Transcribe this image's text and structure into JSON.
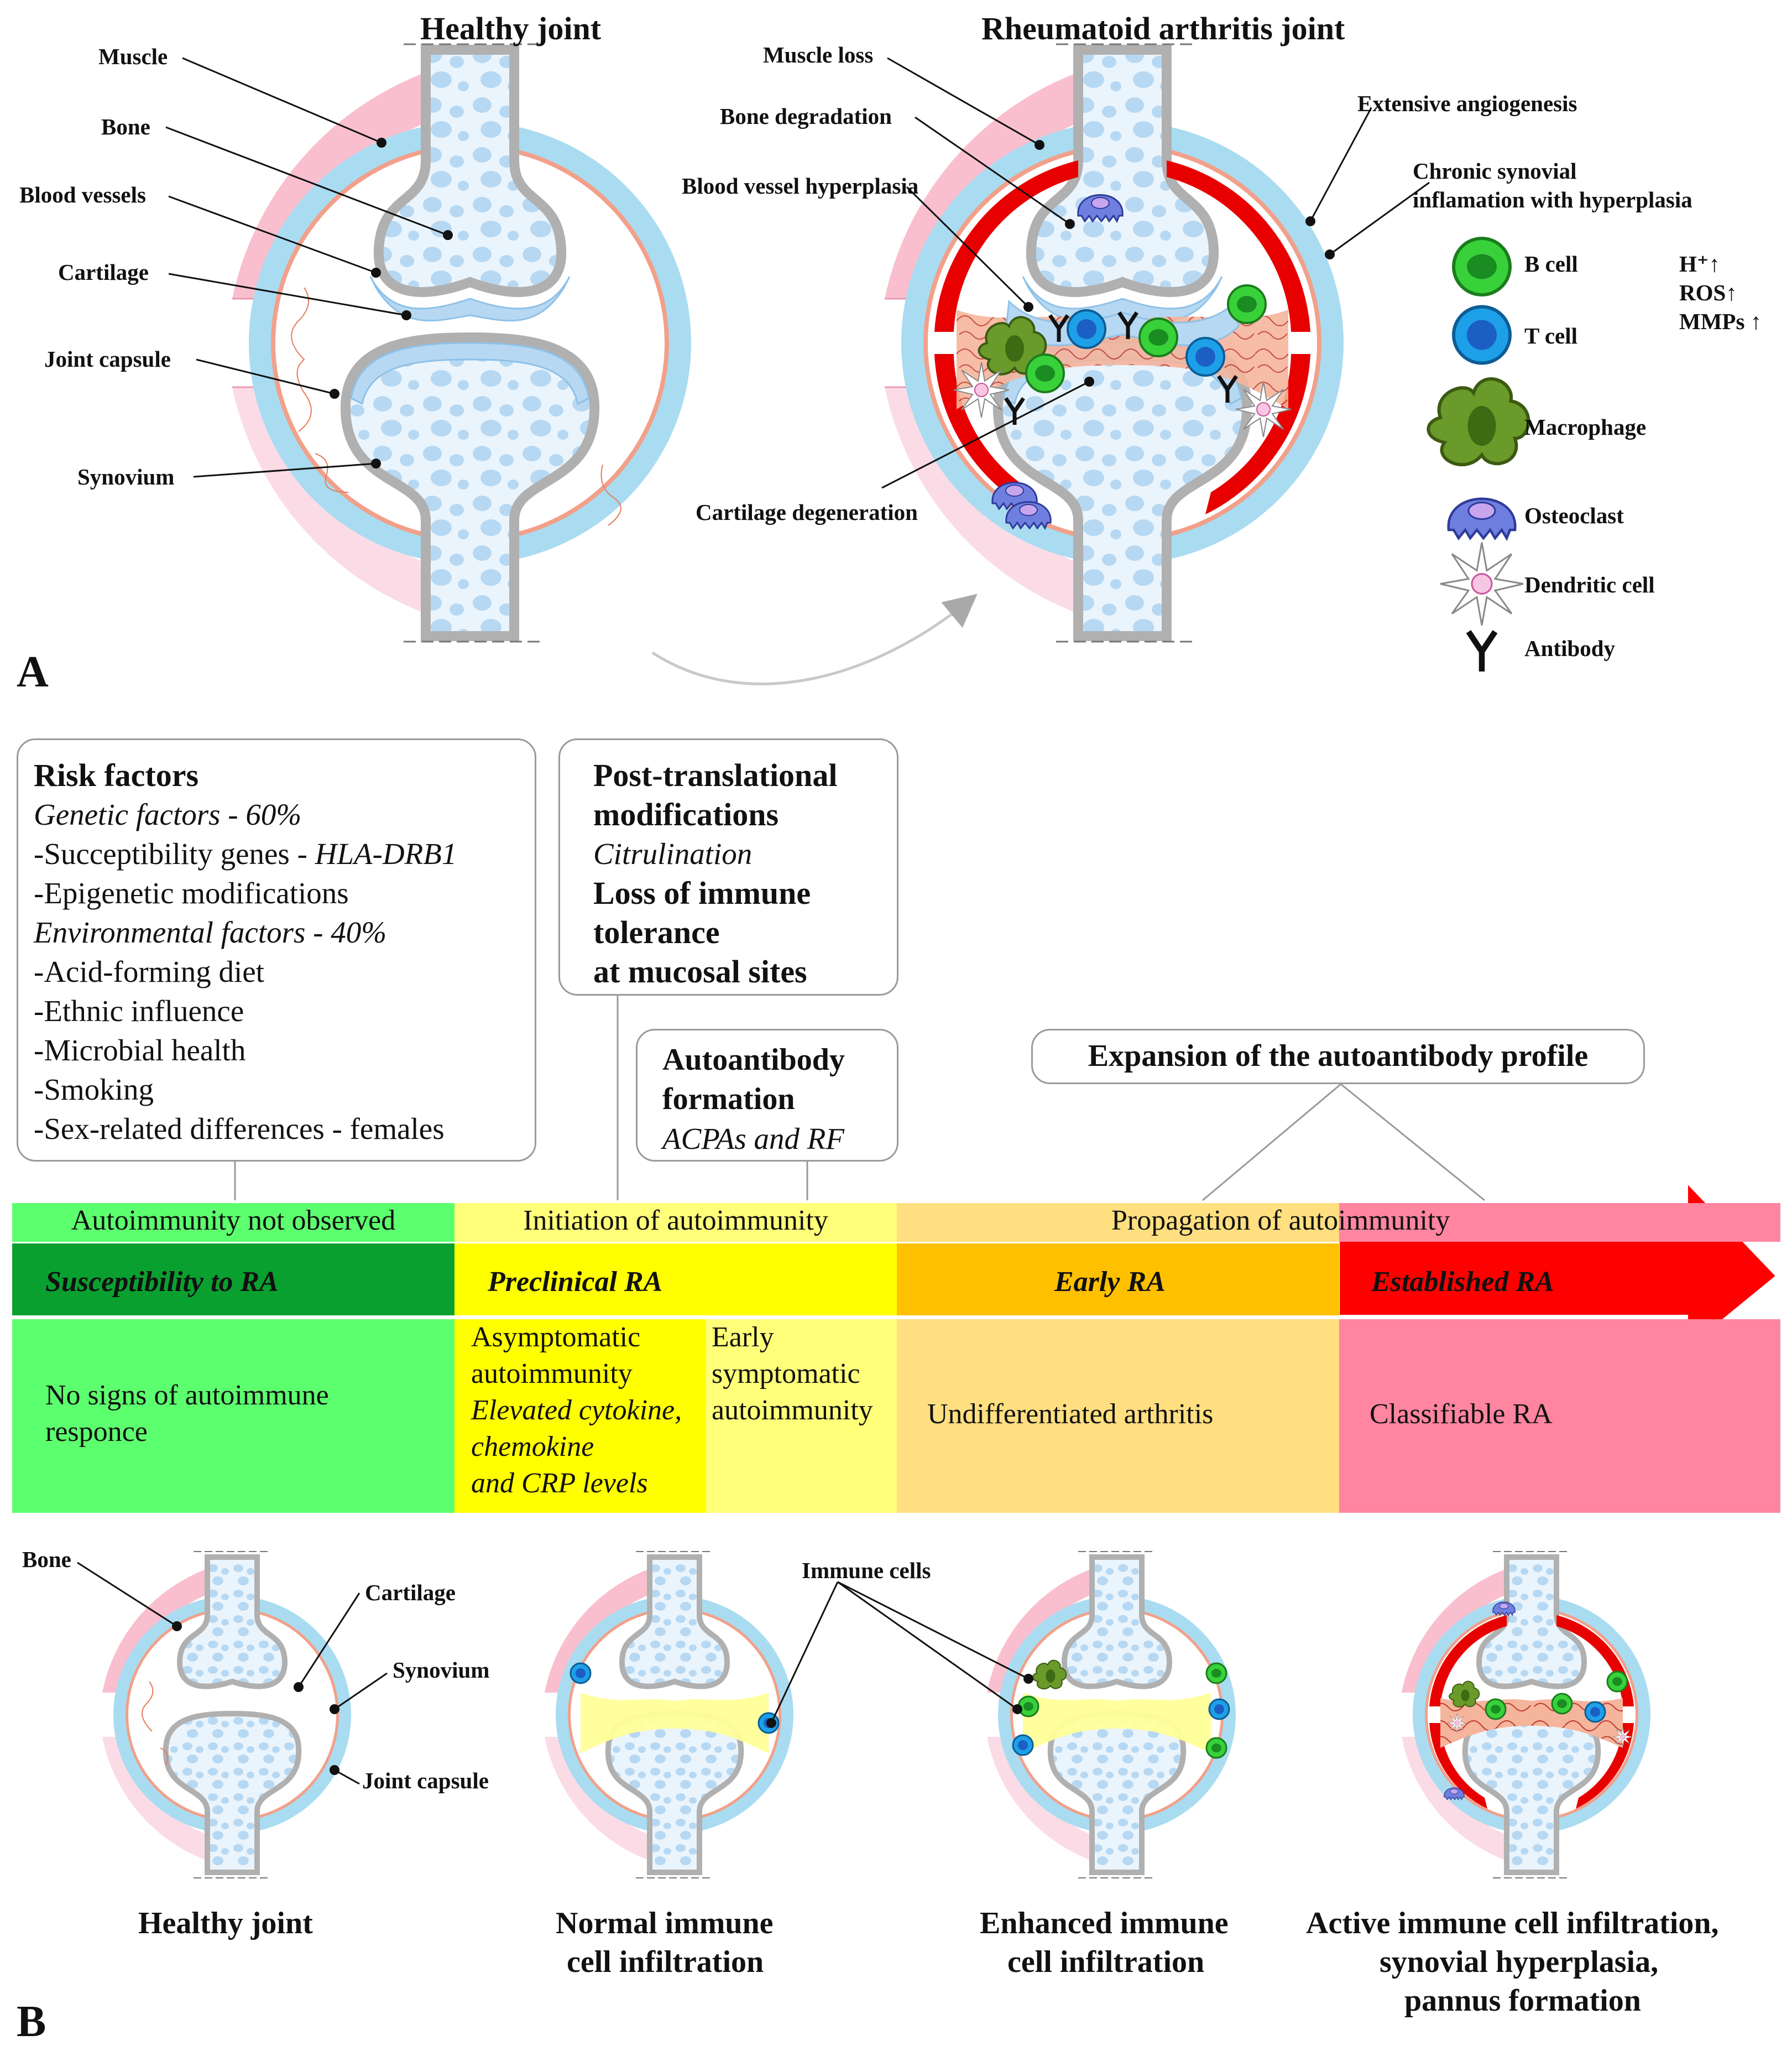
{
  "panel_a": {
    "letter": "A",
    "healthy_title": "Healthy joint",
    "ra_title": "Rheumatoid arthritis joint",
    "healthy_labels": [
      "Muscle",
      "Bone",
      "Blood vessels",
      "Cartilage",
      "Joint capsule",
      "Synovium"
    ],
    "ra_labels": {
      "muscle_loss": "Muscle loss",
      "bone_degradation": "Bone degradation",
      "blood_vessel_hyperplasia": "Blood vessel hyperplasia",
      "cartilage_degeneration": "Cartilage degeneration",
      "extensive_angiogenesis": "Extensive angiogenesis",
      "chronic_line1": "Chronic synovial",
      "chronic_line2": "inflamation with hyperplasia"
    },
    "legend": [
      {
        "name": "b-cell",
        "label": "B cell"
      },
      {
        "name": "t-cell",
        "label": "T cell"
      },
      {
        "name": "macrophage",
        "label": "Macrophage"
      },
      {
        "name": "osteoclast",
        "label": "Osteoclast"
      },
      {
        "name": "dendritic-cell",
        "label": "Dendritic cell"
      },
      {
        "name": "antibody",
        "label": "Antibody"
      }
    ],
    "markers": [
      "H⁺↑",
      "ROS↑",
      "MMPs ↑"
    ]
  },
  "panel_b": {
    "letter": "B",
    "risk_box": {
      "title": "Risk factors",
      "genetic": "Genetic factors - 60%",
      "genes_prefix": "-Succeptibility genes - ",
      "genes_italic": "HLA-DRB1",
      "epigenetic": "-Epigenetic modifications",
      "environmental": "Environmental factors - 40%",
      "items": [
        "-Acid-forming diet",
        "-Ethnic influence",
        "-Microbial health",
        "-Smoking",
        "-Sex-related differences - females"
      ]
    },
    "ptm_box": {
      "line1": "Post-translational",
      "line2": "modifications",
      "citrulination": "Citrulination",
      "line4": "Loss of immune",
      "line5": "tolerance",
      "line6": "at mucosal sites"
    },
    "autoab_box": {
      "line1": "Autoantibody",
      "line2": "formation",
      "line3": "ACPAs and RF"
    },
    "expansion_box": "Expansion of the autoantibody profile",
    "phases": {
      "autoimmunity_not_observed": "Autoimmunity not observed",
      "initiation": "Initiation of autoimmunity",
      "propagation": "Propagation of autoimmunity"
    },
    "stages": [
      "Susceptibility to RA",
      "Preclinical RA",
      "Early RA",
      "Established RA"
    ],
    "descriptions": {
      "no_signs_1": "No signs of autoimmune",
      "no_signs_2": "responce",
      "asym_1": "Asymptomatic",
      "asym_2": "autoimmunity",
      "asym_3": "Elevated cytokine,",
      "asym_4": "chemokine",
      "asym_5": "and CRP levels",
      "early_1": "Early",
      "early_2": "symptomatic",
      "early_3": "autoimmunity",
      "undiff": "Undifferentiated arthritis",
      "classifiable": "Classifiable RA"
    },
    "joint_labels": {
      "bone": "Bone",
      "cartilage": "Cartilage",
      "synovium": "Synovium",
      "joint_capsule": "Joint capsule",
      "immune_cells": "Immune cells"
    },
    "captions": {
      "healthy": "Healthy joint",
      "normal_1": "Normal immune",
      "normal_2": "cell infiltration",
      "enhanced_1": "Enhanced immune",
      "enhanced_2": "cell infiltration",
      "active_1": "Active immune cell infiltration,",
      "active_2": "synovial hyperplasia,",
      "active_3": "pannus formation"
    },
    "colors": {
      "susceptibility_dark": "#0aa030",
      "susceptibility_light": "#5cff6e",
      "preclinical": "#ffff00",
      "preclinical_light": "#ffff7a",
      "early": "#ffc000",
      "early_light": "#ffdf80",
      "established_arrow": "#ff0000",
      "established_light": "#ff85a0"
    }
  }
}
